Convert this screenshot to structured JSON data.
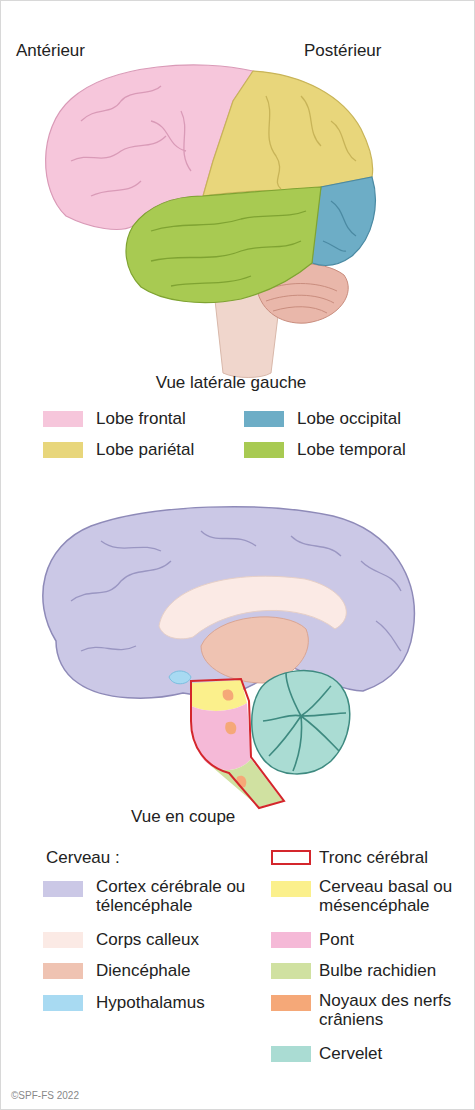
{
  "diagram": {
    "labels": [
      "Antérieur",
      "Postérieur",
      "Vue latérale gauche",
      "Vue en coupe",
      "Cerveau :",
      "©SPF-FS 2022"
    ],
    "legend": [
      {
        "text": "Lobe frontal",
        "color": "#f6c6db"
      },
      {
        "text": "Lobe occipital",
        "color": "#6dadc6"
      },
      {
        "text": "Lobe pariétal",
        "color": "#e8d67b"
      },
      {
        "text": "Lobe temporal",
        "color": "#a8ca52"
      },
      {
        "text": "Cortex cérébrale ou télencéphale",
        "color": "#cbc8e6"
      },
      {
        "text": "Corps calleux",
        "color": "#fbeae5"
      },
      {
        "text": "Diencéphale",
        "color": "#efc3b2"
      },
      {
        "text": "Hypothalamus",
        "color": "#a8daf2"
      },
      {
        "text": "Tronc cérébral"
      },
      {
        "text": "Cerveau basal ou mésencéphale",
        "color": "#fbf08c"
      },
      {
        "text": "Pont",
        "color": "#f5b9d7"
      },
      {
        "text": "Bulbe rachidien",
        "color": "#d0e1a1"
      },
      {
        "text": "Noyaux des nerfs crâniens",
        "color": "#f5a878"
      },
      {
        "text": "Cervelet",
        "color": "#aadcd3"
      }
    ]
  }
}
